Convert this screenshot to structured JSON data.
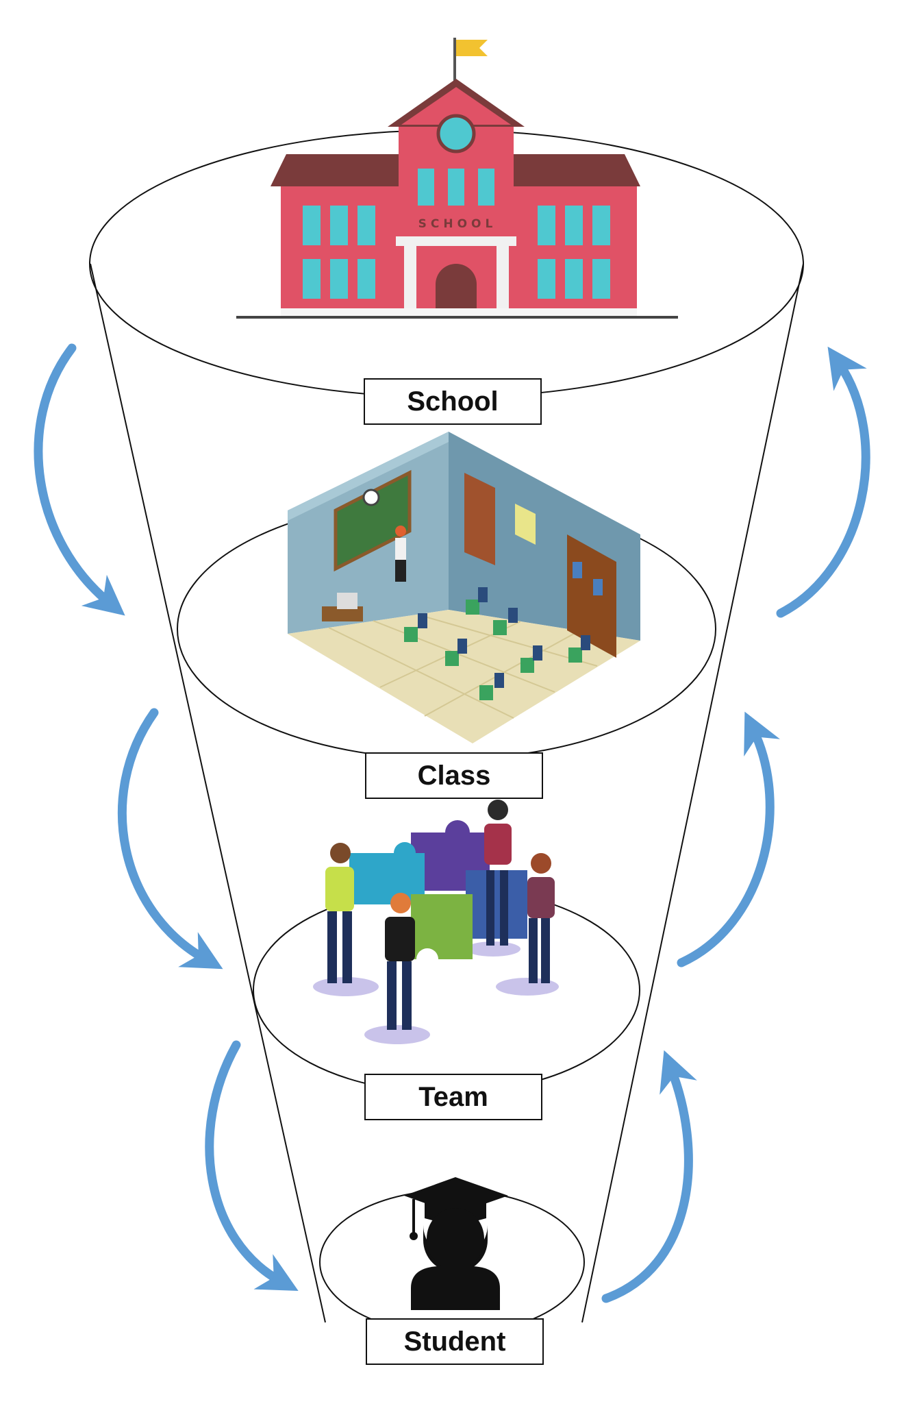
{
  "levels": [
    {
      "label": "School",
      "icon": "school-building-icon"
    },
    {
      "label": "Class",
      "icon": "classroom-icon"
    },
    {
      "label": "Team",
      "icon": "team-puzzle-icon"
    },
    {
      "label": "Student",
      "icon": "graduate-student-icon"
    }
  ],
  "school_sign": "SCHOOL",
  "colors": {
    "arrow": "#5b9bd5",
    "building": "#e05266",
    "roof": "#7a3b3b",
    "window": "#4fc8d0",
    "outline": "#111111"
  }
}
